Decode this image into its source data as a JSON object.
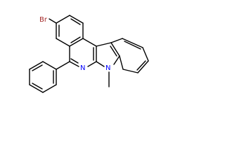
{
  "molecule": {
    "atoms": {
      "bromine": "Br",
      "nitrogen_pyridine": "N",
      "nitrogen_indole": "N"
    },
    "colors": {
      "bond": "#000000",
      "bromine": "#a52a2a",
      "nitrogen": "#0000ff"
    }
  }
}
